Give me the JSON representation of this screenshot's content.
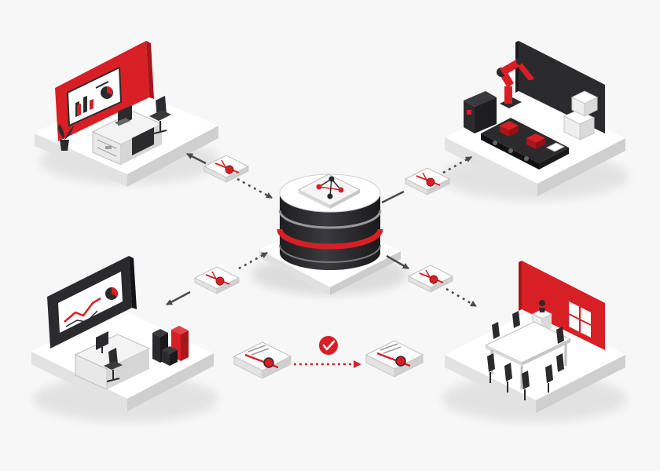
{
  "colors": {
    "background": "#f7f7f7",
    "accent_red": "#d81f26",
    "dark": "#2b2b2e",
    "platform_top": "#ffffff",
    "platform_side": "#dcdcdc",
    "arrow": "#4a4a4a"
  },
  "hub": {
    "icon": "network-graph-icon",
    "description_shown": false
  },
  "scenes": [
    {
      "id": "office-analytics",
      "icon": "office-desk-icon"
    },
    {
      "id": "factory-robot",
      "icon": "robot-arm-icon"
    },
    {
      "id": "presentation-office",
      "icon": "presentation-board-icon"
    },
    {
      "id": "meeting-room",
      "icon": "meeting-table-icon"
    }
  ],
  "flow": {
    "status_icon": "checkmark-icon",
    "document_icon": "sealed-document-icon"
  }
}
